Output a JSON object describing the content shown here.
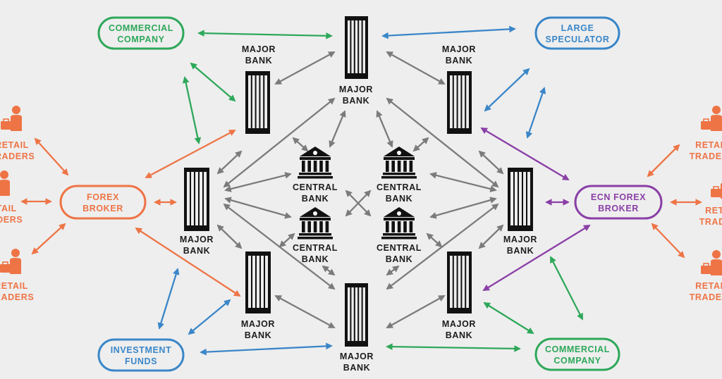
{
  "colors": {
    "gray": "#7b7b7b",
    "green": "#2ea85a",
    "blue": "#3a86c8",
    "orange": "#ee7446",
    "purple": "#8a3fa6",
    "dark": "#111111",
    "background": "#eeeeee"
  },
  "labels": {
    "major_bank_l1": "MAJOR",
    "major_bank_l2": "BANK",
    "central_bank_l1": "CENTRAL",
    "central_bank_l2": "BANK"
  },
  "participants": {
    "commercial_company_top": [
      "COMMERCIAL",
      "COMPANY"
    ],
    "commercial_company_bottom": [
      "COMMERCIAL",
      "COMPANY"
    ],
    "large_speculator": [
      "LARGE",
      "SPECULATOR"
    ],
    "investment_funds": [
      "INVESTMENT",
      "FUNDS"
    ],
    "forex_broker": [
      "FOREX",
      "BROKER"
    ],
    "ecn_forex_broker": [
      "ECN FOREX",
      "BROKER"
    ]
  },
  "retail_traders": {
    "left": [
      [
        "RETAIL",
        "TRADERS"
      ],
      [
        "RETAIL",
        "TRADERS"
      ],
      [
        "RETAIL",
        "TRADERS"
      ]
    ],
    "right": [
      [
        "RETAIL",
        "TRADERS"
      ],
      [
        "RETAIL",
        "TRADERS"
      ],
      [
        "RETAIL",
        "TRADERS"
      ]
    ]
  },
  "icons": {
    "major_bank": "skyscraper-icon",
    "central_bank": "bank-building-icon",
    "retail_trader": "person-with-briefcase-icon"
  }
}
